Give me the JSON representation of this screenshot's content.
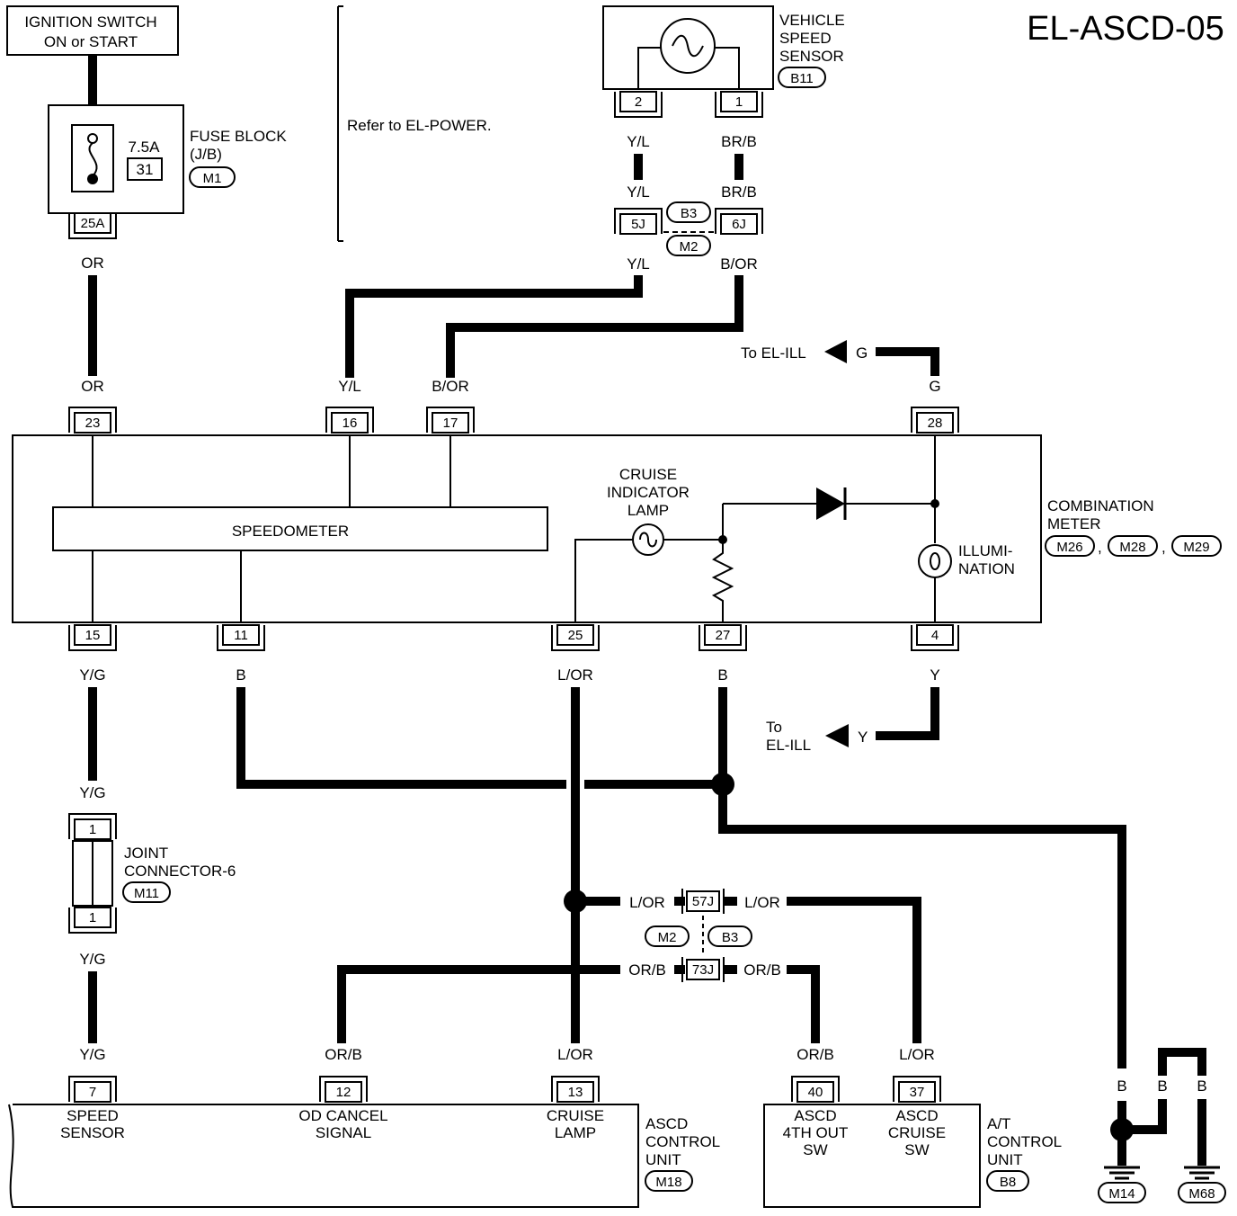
{
  "title": "EL-ASCD-05",
  "power": {
    "ignition_line1": "IGNITION SWITCH",
    "ignition_line2": "ON or START",
    "fuse_rating": "7.5A",
    "fuse_number": "31",
    "fuse_block_line1": "FUSE BLOCK",
    "fuse_block_line2": "(J/B)",
    "fuse_block_conn": "M1",
    "fuse_pin": "25A",
    "refer": "Refer to EL-POWER."
  },
  "vss": {
    "line1": "VEHICLE",
    "line2": "SPEED",
    "line3": "SENSOR",
    "conn": "B11",
    "pin_left": "2",
    "pin_right": "1"
  },
  "upper_junction": {
    "pin_left": "5J",
    "pin_right": "6J",
    "conn_top": "B3",
    "conn_bottom": "M2"
  },
  "wire_colors": {
    "or": "OR",
    "yl": "Y/L",
    "brb": "BR/B",
    "bor": "B/OR",
    "g": "G",
    "yg": "Y/G",
    "b": "B",
    "lor": "L/OR",
    "y": "Y",
    "orb": "OR/B"
  },
  "arrows": {
    "to_ill_top": "To EL-ILL",
    "to_ill_bottom_line1": "To",
    "to_ill_bottom_line2": "EL-ILL"
  },
  "meter": {
    "pins_top": [
      "23",
      "16",
      "17",
      "28"
    ],
    "pins_bottom": [
      "15",
      "11",
      "25",
      "27",
      "4"
    ],
    "speedometer": "SPEEDOMETER",
    "cruise_line1": "CRUISE",
    "cruise_line2": "INDICATOR",
    "cruise_line3": "LAMP",
    "illum_line1": "ILLUMI-",
    "illum_line2": "NATION",
    "name_line1": "COMBINATION",
    "name_line2": "METER",
    "conns": [
      "M26",
      "M28",
      "M29"
    ],
    "sep": ","
  },
  "joint": {
    "line1": "JOINT",
    "line2": "CONNECTOR-6",
    "conn": "M11",
    "pin_top": "1",
    "pin_bottom": "1"
  },
  "lower_junction": {
    "pin_top": "57J",
    "pin_bottom": "73J",
    "conn_left": "M2",
    "conn_right": "B3"
  },
  "ascd": {
    "pins": [
      "7",
      "12",
      "13"
    ],
    "sig1_line1": "SPEED",
    "sig1_line2": "SENSOR",
    "sig2_line1": "OD CANCEL",
    "sig2_line2": "SIGNAL",
    "sig3_line1": "CRUISE",
    "sig3_line2": "LAMP",
    "name_line1": "ASCD",
    "name_line2": "CONTROL",
    "name_line3": "UNIT",
    "conn": "M18"
  },
  "at": {
    "pins": [
      "40",
      "37"
    ],
    "sig1_line1": "ASCD",
    "sig1_line2": "4TH OUT",
    "sig1_line3": "SW",
    "sig2_line1": "ASCD",
    "sig2_line2": "CRUISE",
    "sig2_line3": "SW",
    "name_line1": "A/T",
    "name_line2": "CONTROL",
    "name_line3": "UNIT",
    "conn": "B8"
  },
  "grounds": {
    "left": "M14",
    "right": "M68"
  }
}
